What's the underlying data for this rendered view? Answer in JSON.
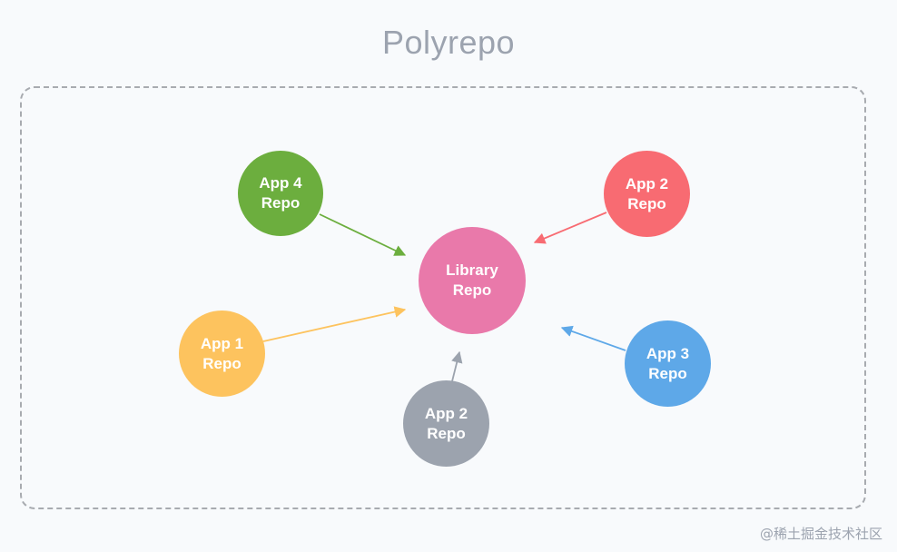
{
  "title": "Polyrepo",
  "watermark": "@稀土掘金技术社区",
  "nodes": {
    "library": {
      "label": "Library Repo",
      "color": "#e979aa"
    },
    "app4": {
      "label": "App 4 Repo",
      "color": "#6cae3e"
    },
    "app2_top": {
      "label": "App 2 Repo",
      "color": "#f86b72"
    },
    "app1": {
      "label": "App 1 Repo",
      "color": "#fdc35e"
    },
    "app2_bottom": {
      "label": "App 2 Repo",
      "color": "#9ca3ae"
    },
    "app3": {
      "label": "App 3 Repo",
      "color": "#5ea8e8"
    }
  },
  "edges": [
    {
      "from": "app4",
      "to": "library",
      "color": "#6cae3e"
    },
    {
      "from": "app2_top",
      "to": "library",
      "color": "#f86b72"
    },
    {
      "from": "app1",
      "to": "library",
      "color": "#fdc35e"
    },
    {
      "from": "app2_bottom",
      "to": "library",
      "color": "#9ca3ae"
    },
    {
      "from": "app3",
      "to": "library",
      "color": "#5ea8e8"
    }
  ]
}
